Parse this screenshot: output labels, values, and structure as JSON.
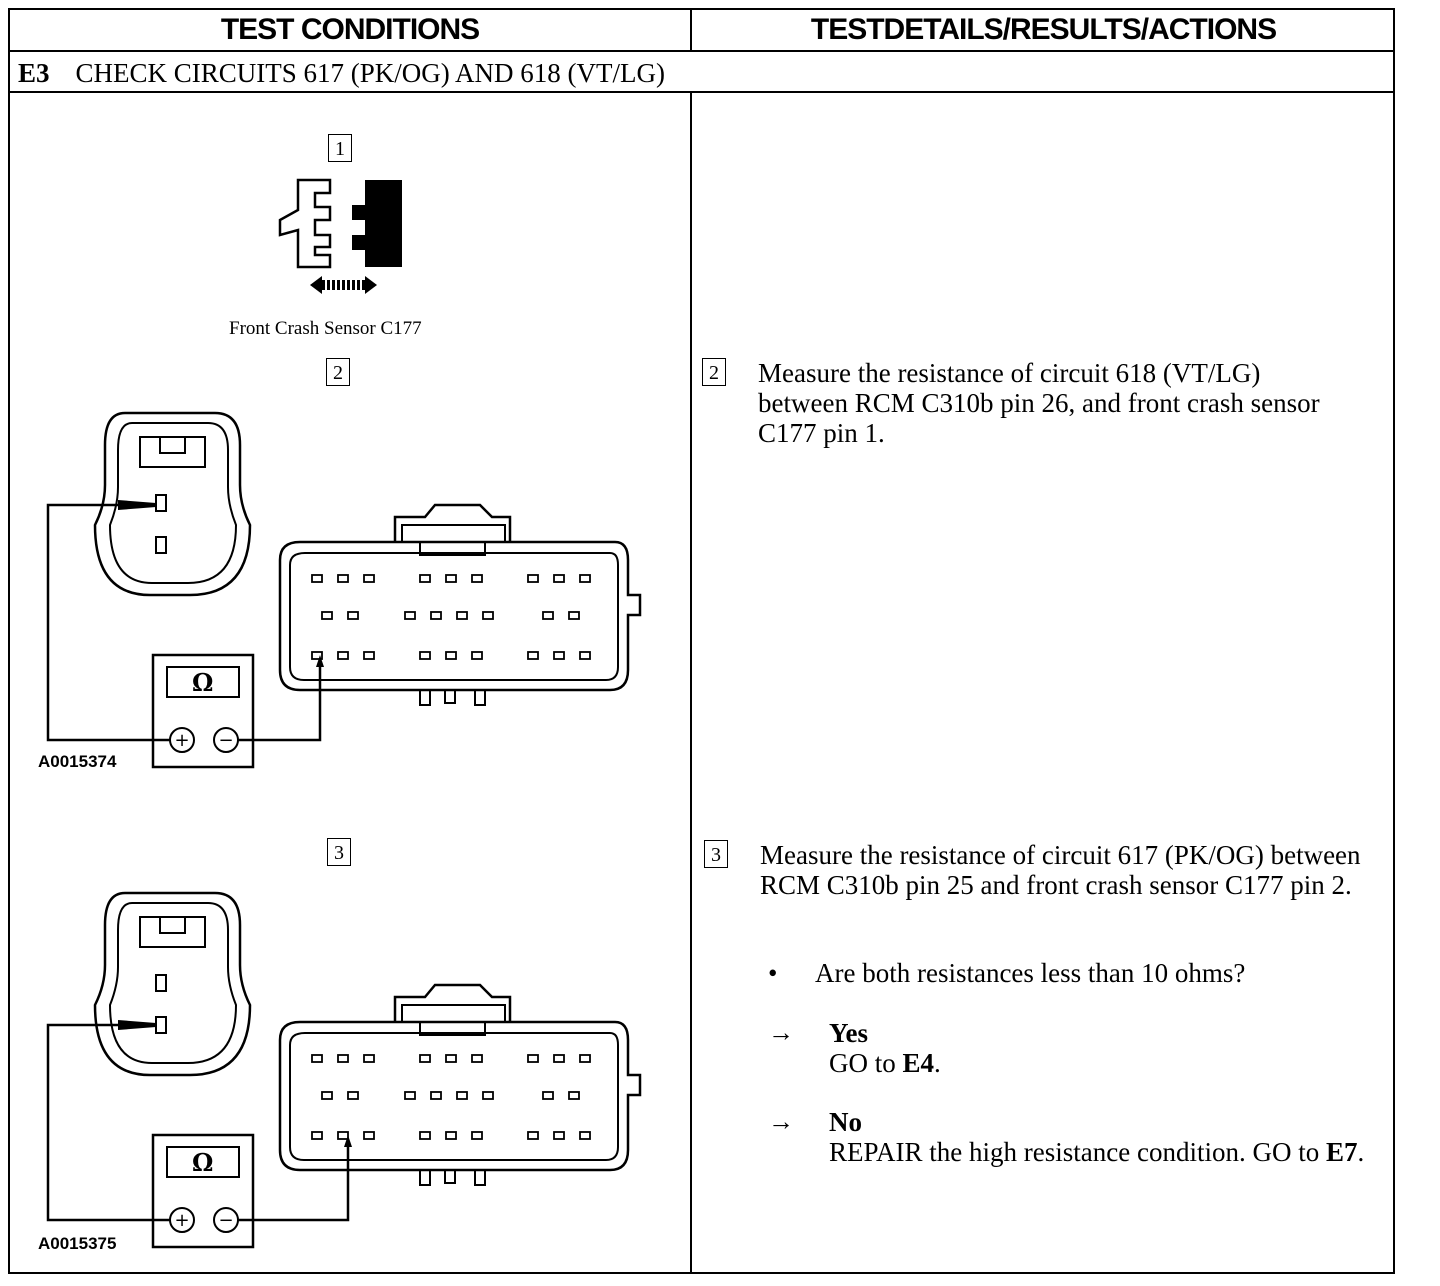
{
  "header": {
    "left": "TEST CONDITIONS",
    "right": "TESTDETAILS/RESULTS/ACTIONS"
  },
  "section": {
    "code": "E3",
    "title": "CHECK CIRCUITS 617 (PK/OG) AND 618 (VT/LG)"
  },
  "steps": {
    "step1": {
      "num": "1",
      "caption": "Front Crash Sensor C177"
    },
    "step2": {
      "num": "2",
      "figure_id": "A0015374",
      "meter_symbol": "Ω",
      "text": "Measure the resistance of circuit 618 (VT/LG) between RCM C310b pin 26, and front crash sensor C177 pin 1."
    },
    "step3": {
      "num": "3",
      "figure_id": "A0015375",
      "meter_symbol": "Ω",
      "text": "Measure the resistance of circuit 617 (PK/OG) between RCM C310b pin 25 and front crash sensor C177 pin 2.",
      "question_bullet": "•",
      "question": "Are both resistances less than 10 ohms?",
      "results": [
        {
          "arrow": "→",
          "label": "Yes",
          "action_prefix": "GO to ",
          "action_ref": "E4",
          "action_suffix": "."
        },
        {
          "arrow": "→",
          "label": "No",
          "action_prefix": "REPAIR the high resistance condition. GO to ",
          "action_ref": "E7",
          "action_suffix": "."
        }
      ]
    }
  }
}
